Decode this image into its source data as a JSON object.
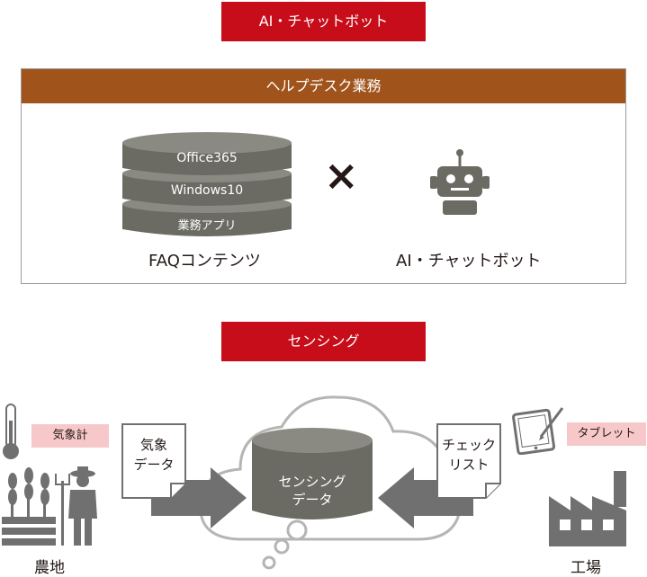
{
  "top_label": "AI・チャットボット",
  "panel": {
    "header": "ヘルプデスク業務",
    "db_layers": [
      "Office365",
      "Windows10",
      "業務アプリ"
    ],
    "faq_caption": "FAQコンテンツ",
    "times_symbol": "×",
    "bot_caption": "AI・チャットボット"
  },
  "sensing_label": "センシング",
  "left": {
    "tag": "気象計",
    "doc_lines": [
      "気象",
      "データ"
    ],
    "place": "農地"
  },
  "cloud": {
    "db_lines": [
      "センシング",
      "データ"
    ]
  },
  "right": {
    "tag": "タブレット",
    "doc_lines": [
      "チェック",
      "リスト"
    ],
    "place": "工場"
  },
  "colors": {
    "red": "#c70d1a",
    "brown": "#a0541c",
    "gray_dark": "#707070",
    "gray_db": "#6b6b63",
    "pink": "#f6c8c9"
  }
}
